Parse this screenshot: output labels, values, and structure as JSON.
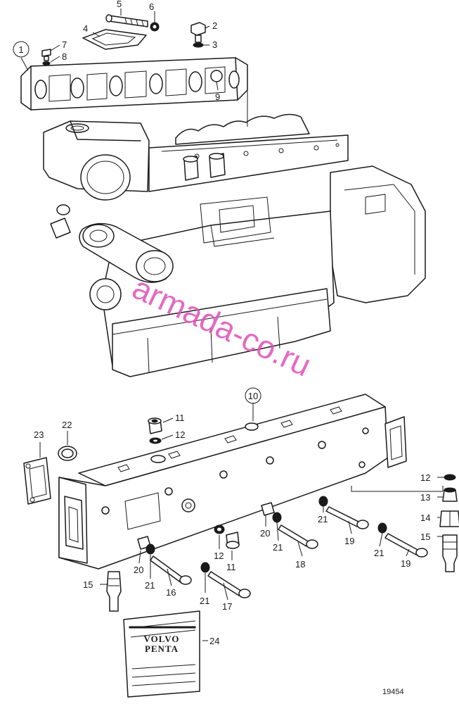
{
  "callouts": {
    "c1": "1",
    "c2": "2",
    "c3": "3",
    "c4": "4",
    "c5": "5",
    "c6": "6",
    "c7": "7",
    "c8": "8",
    "c9": "9",
    "c10": "10",
    "c11a": "11",
    "c11b": "11",
    "c12a": "12",
    "c12b": "12",
    "c12c": "12",
    "c13": "13",
    "c14": "14",
    "c15a": "15",
    "c15b": "15",
    "c16": "16",
    "c17": "17",
    "c18": "18",
    "c19a": "19",
    "c19b": "19",
    "c20a": "20",
    "c20b": "20",
    "c21a": "21",
    "c21b": "21",
    "c21c": "21",
    "c21d": "21",
    "c21e": "21",
    "c22": "22",
    "c23": "23",
    "c24": "24"
  },
  "manual_cover": {
    "brand_line1": "VOLVO",
    "brand_line2": "PENTA"
  },
  "drawing_number": "19454",
  "watermark": "armada-co.ru",
  "colors": {
    "line": "#1a1a1a",
    "watermark": "#e04fb8",
    "background": "#ffffff"
  }
}
